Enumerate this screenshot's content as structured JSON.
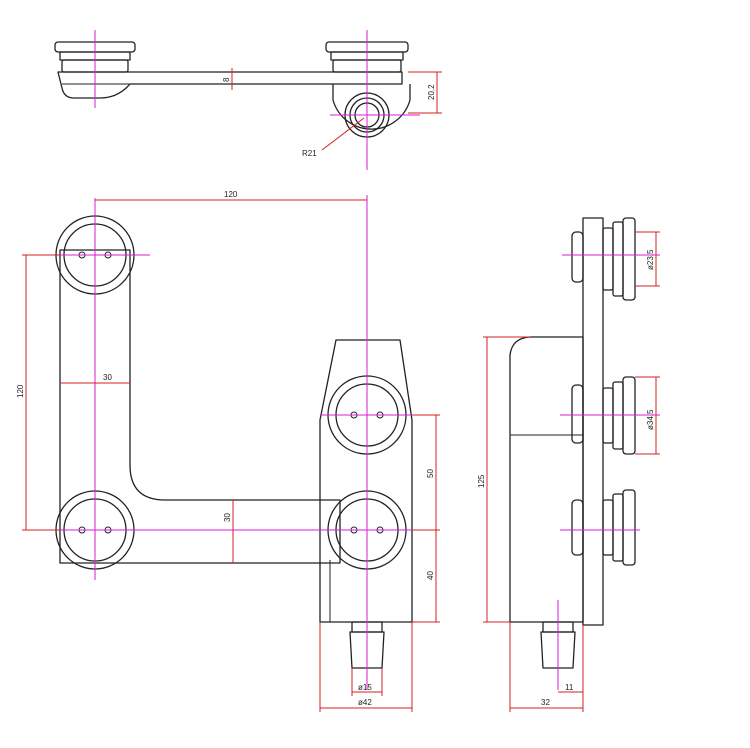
{
  "drawing": {
    "colors": {
      "outline": "#222222",
      "centerline": "#d81fd8",
      "dimension": "#d42020"
    },
    "top_view": {
      "thickness": "8",
      "height": "20.2",
      "radius": "R21"
    },
    "front_view": {
      "width_top": "120",
      "height_left": "120",
      "arm_width": "30",
      "arm_height": "30",
      "right_upper": "50",
      "right_lower": "40",
      "pin_diameter": "ø15",
      "base_diameter": "ø42"
    },
    "side_view": {
      "small_disc": "ø23.5",
      "large_disc": "ø34.5",
      "total_height": "125",
      "body_depth": "32",
      "pin_offset": "11"
    }
  }
}
